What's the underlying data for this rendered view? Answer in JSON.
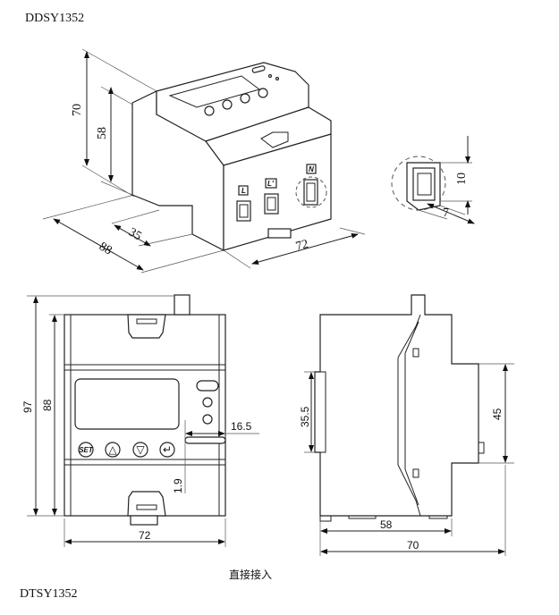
{
  "titles": {
    "top_model": "DDSY1352",
    "bottom_model": "DTSY1352",
    "caption": "直接接入"
  },
  "isometric_view": {
    "dims": {
      "height_total": "70",
      "height_body": "58",
      "rail_depth": "35",
      "depth": "88",
      "width": "72"
    },
    "terminals": [
      "L",
      "L'",
      "N"
    ]
  },
  "terminal_detail": {
    "dims": {
      "height": "10",
      "width": "7"
    }
  },
  "front_view": {
    "dims": {
      "height_total": "97",
      "height_body": "88",
      "width": "72",
      "slot_width": "16.5",
      "slot_height": "1.9"
    },
    "buttons": [
      "SET",
      "△",
      "▽",
      "↵"
    ]
  },
  "side_view": {
    "dims": {
      "rail_height": "35.5",
      "front_height": "45",
      "depth_body": "58",
      "depth_total": "70"
    }
  }
}
